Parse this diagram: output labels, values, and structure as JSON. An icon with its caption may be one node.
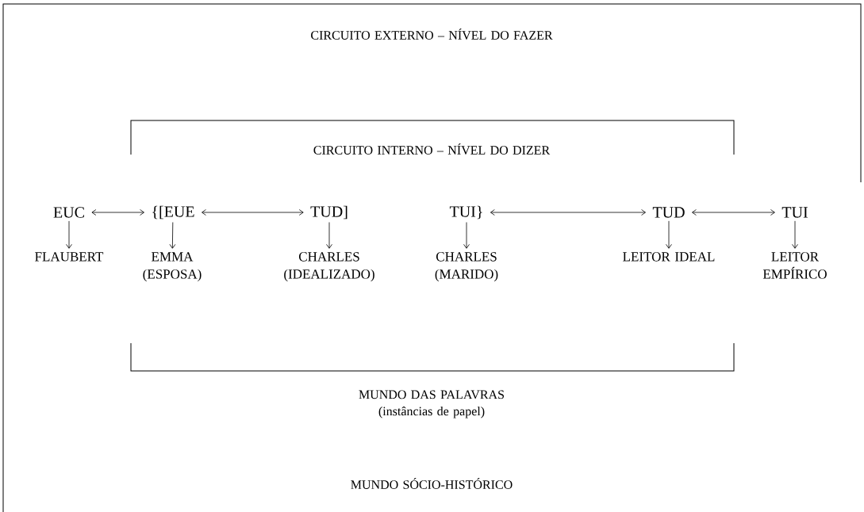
{
  "diagram": {
    "nodes": [
      {
        "text": [
          "EUC"
        ]
      },
      {
        "text": [
          "{[EUE"
        ]
      },
      {
        "text": [
          "TUD]"
        ]
      },
      {
        "text": [
          "TUI}"
        ]
      },
      {
        "text": [
          "TUD"
        ]
      },
      {
        "text": [
          "TUI"
        ]
      },
      {
        "text": [
          "FLAUBERT"
        ]
      },
      {
        "text": [
          "EMMA (ESPOSA)"
        ]
      },
      {
        "text": [
          "CHARLES (IDEALIZADO)"
        ]
      },
      {
        "text": [
          "CHARLES (MARIDO)"
        ]
      },
      {
        "text": [
          "LEITOR IDEAL"
        ]
      },
      {
        "text": [
          "LEITOR EMPÍRICO"
        ]
      }
    ],
    "edges": [
      {
        "from": 0,
        "to": 1,
        "arrow": "both"
      },
      {
        "from": 1,
        "to": 2,
        "arrow": "both"
      },
      {
        "from": 3,
        "to": 4,
        "arrow": "both"
      },
      {
        "from": 4,
        "to": 5,
        "arrow": "both"
      },
      {
        "from": 0,
        "to": 6,
        "arrow": "to"
      },
      {
        "from": 1,
        "to": 7,
        "arrow": "to"
      },
      {
        "from": 2,
        "to": 8,
        "arrow": "to"
      },
      {
        "from": 3,
        "to": 9,
        "arrow": "to"
      },
      {
        "from": 4,
        "to": 10,
        "arrow": "to"
      },
      {
        "from": 5,
        "to": 11,
        "arrow": "to"
      }
    ],
    "labels": [
      "CIRCUITO EXTERNO – NÍVEL DO FAZER",
      "CIRCUITO INTERNO – NÍVEL DO DIZER",
      "MUNDO DAS PALAVRAS (instâncias de papel)",
      "MUNDO SÓCIO-HISTÓRICO"
    ]
  }
}
